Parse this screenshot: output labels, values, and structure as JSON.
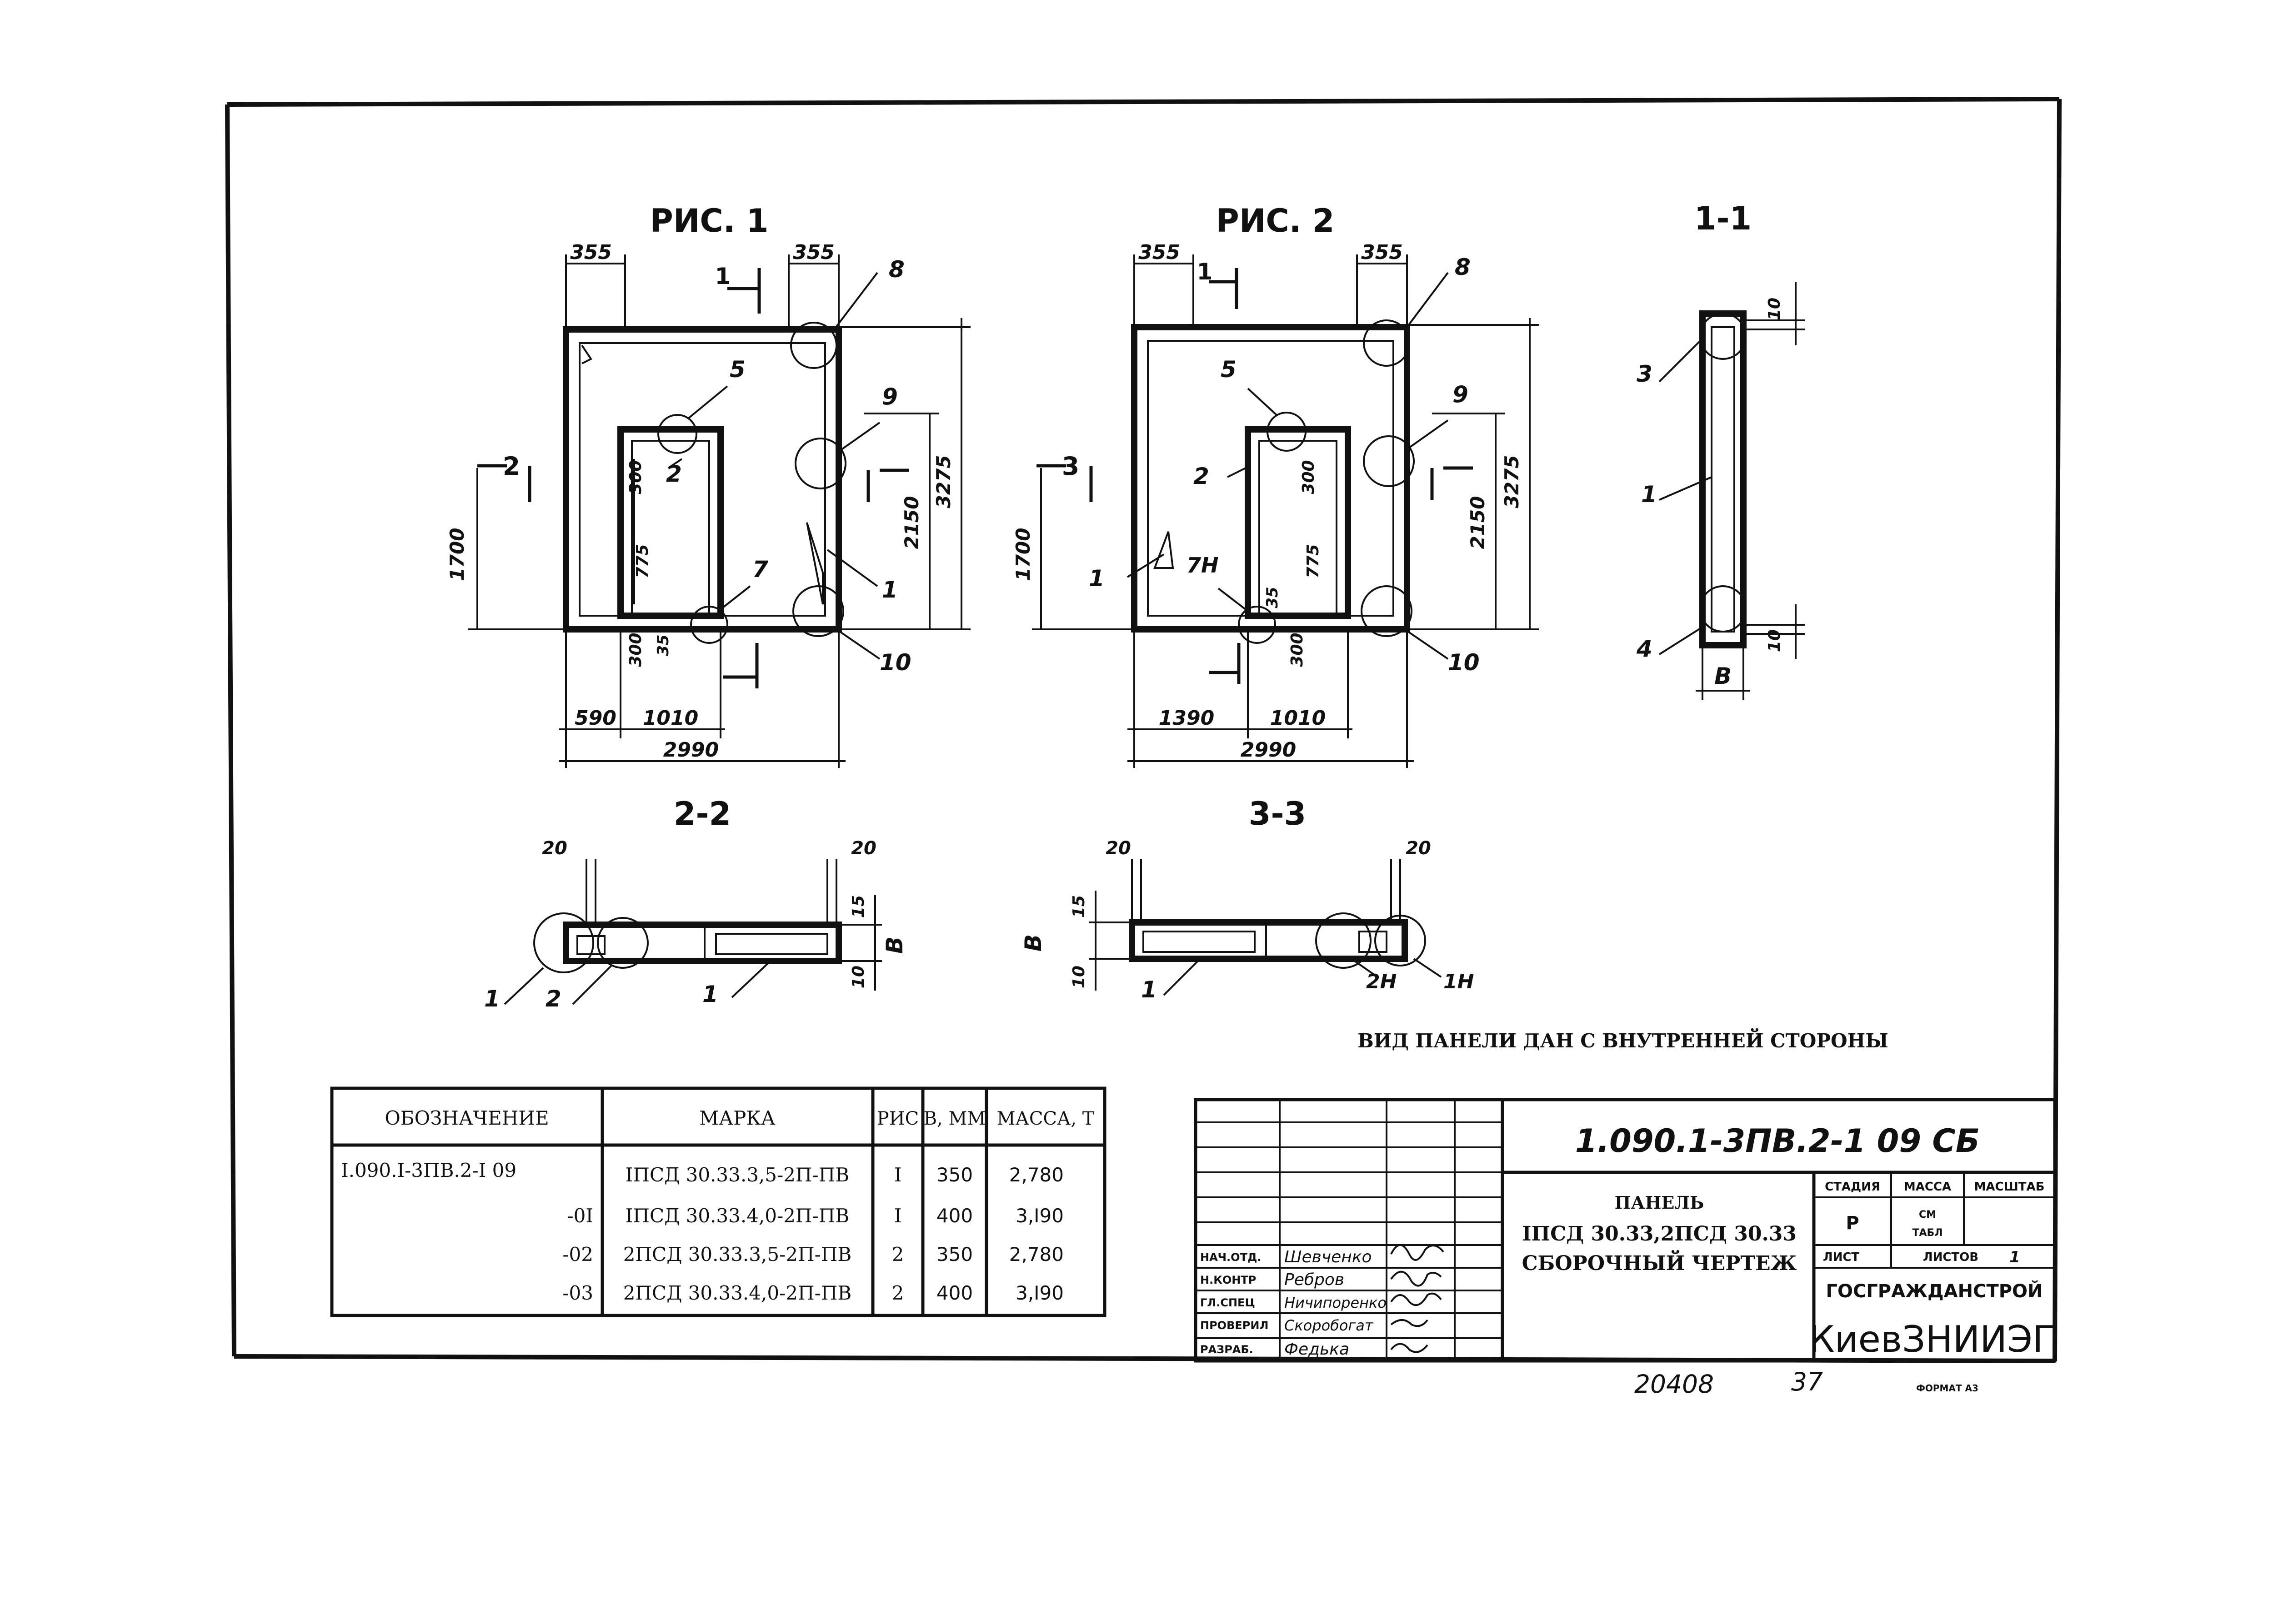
{
  "figures": {
    "fig1": {
      "title": "РИС. 1",
      "dims": {
        "top_left": "355",
        "top_right": "355",
        "h_left": "1700",
        "h_inner": "2150",
        "h_total": "3275",
        "opening_top": "300",
        "opening_mid": "775",
        "opening_bottom": "300",
        "gap": "35",
        "bottom_left": "590",
        "bottom_opening": "1010",
        "total_width": "2990"
      },
      "callouts": [
        "8",
        "5",
        "2",
        "9",
        "1",
        "7",
        "10"
      ],
      "sections": {
        "a": "1",
        "b": "2"
      }
    },
    "fig2": {
      "title": "РИС. 2",
      "dims": {
        "top_left": "355",
        "top_right": "355",
        "h_left": "1700",
        "h_inner": "2150",
        "h_total": "3275",
        "opening_top": "300",
        "opening_mid": "775",
        "opening_bottom": "300",
        "gap": "35",
        "bottom_left": "1390",
        "bottom_opening": "1010",
        "total_width": "2990"
      },
      "callouts": [
        "8",
        "5",
        "2",
        "9",
        "1",
        "7Н",
        "10"
      ],
      "sections": {
        "a": "1",
        "b": "3"
      }
    },
    "sec11": {
      "title": "1-1",
      "dims": {
        "top": "10",
        "bottom": "10",
        "width": "В"
      },
      "callouts": [
        "3",
        "1",
        "4"
      ]
    },
    "sec22": {
      "title": "2-2",
      "dims": {
        "left": "20",
        "right": "20",
        "d15": "15",
        "d10": "10",
        "width": "В"
      },
      "callouts": [
        "1",
        "2",
        "1"
      ]
    },
    "sec33": {
      "title": "3-3",
      "dims": {
        "left": "20",
        "right": "20",
        "d15": "15",
        "d10": "10",
        "width": "В"
      },
      "callouts": [
        "1",
        "2Н",
        "1Н"
      ]
    }
  },
  "note": "ВИД ПАНЕЛИ ДАН С ВНУТРЕННЕЙ СТОРОНЫ",
  "spec_table": {
    "headers": [
      "ОБОЗНАЧЕНИЕ",
      "МАРКА",
      "РИС",
      "В, ММ",
      "МАССА, Т"
    ],
    "rows": [
      [
        "I.090.I-3ПВ.2-I 09",
        "IПСД 30.33.3,5-2П-ПВ",
        "I",
        "350",
        "2,780"
      ],
      [
        "-0I",
        "IПСД 30.33.4,0-2П-ПВ",
        "I",
        "400",
        "3,I90"
      ],
      [
        "-02",
        "2ПСД 30.33.3,5-2П-ПВ",
        "2",
        "350",
        "2,780"
      ],
      [
        "-03",
        "2ПСД 30.33.4,0-2П-ПВ",
        "2",
        "400",
        "3,I90"
      ]
    ]
  },
  "title_block": {
    "doc_code": "1.090.1-3ПВ.2-1   09 СБ",
    "name_line1": "ПАНЕЛЬ",
    "name_line2": "IПСД 30.33,2ПСД 30.33",
    "name_line3": "СБОРОЧНЫЙ ЧЕРТЕЖ",
    "stage_header": "СТАДИЯ",
    "mass_header": "МАССА",
    "scale_header": "МАСШТАБ",
    "stage_value": "Р",
    "mass_value_1": "СМ",
    "mass_value_2": "ТАБЛ",
    "sheet_label": "ЛИСТ",
    "sheets_label": "ЛИСТОВ",
    "sheets_value": "1",
    "org_line1": "ГОСГРАЖДАНСТРОЙ",
    "org_line2": "КиевЗНИИЭП",
    "signatures": [
      {
        "role": "НАЧ.ОТД.",
        "name": "Шевченко"
      },
      {
        "role": "Н.КОНТР",
        "name": "Ребров"
      },
      {
        "role": "ГЛ.СПЕЦ",
        "name": "Ничипоренко"
      },
      {
        "role": "ПРОВЕРИЛ",
        "name": "Скоробогат"
      },
      {
        "role": "РАЗРАБ.",
        "name": "Федька"
      }
    ]
  },
  "footer": {
    "inv": "20408",
    "page": "37",
    "format": "ФОРМАТ А3"
  }
}
